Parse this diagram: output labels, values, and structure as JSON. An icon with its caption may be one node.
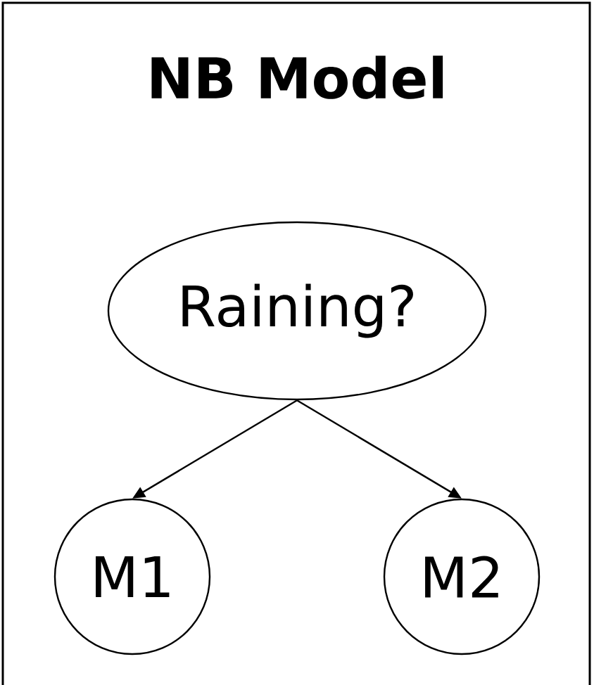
{
  "diagram": {
    "title": "NB Model",
    "nodes": [
      {
        "text": [
          "Raining?"
        ]
      },
      {
        "text": [
          "M1"
        ]
      },
      {
        "text": [
          "M2"
        ]
      }
    ],
    "edges": [
      {
        "from": 0,
        "to": 1,
        "arrow": "to"
      },
      {
        "from": 0,
        "to": 2,
        "arrow": "to"
      }
    ]
  }
}
